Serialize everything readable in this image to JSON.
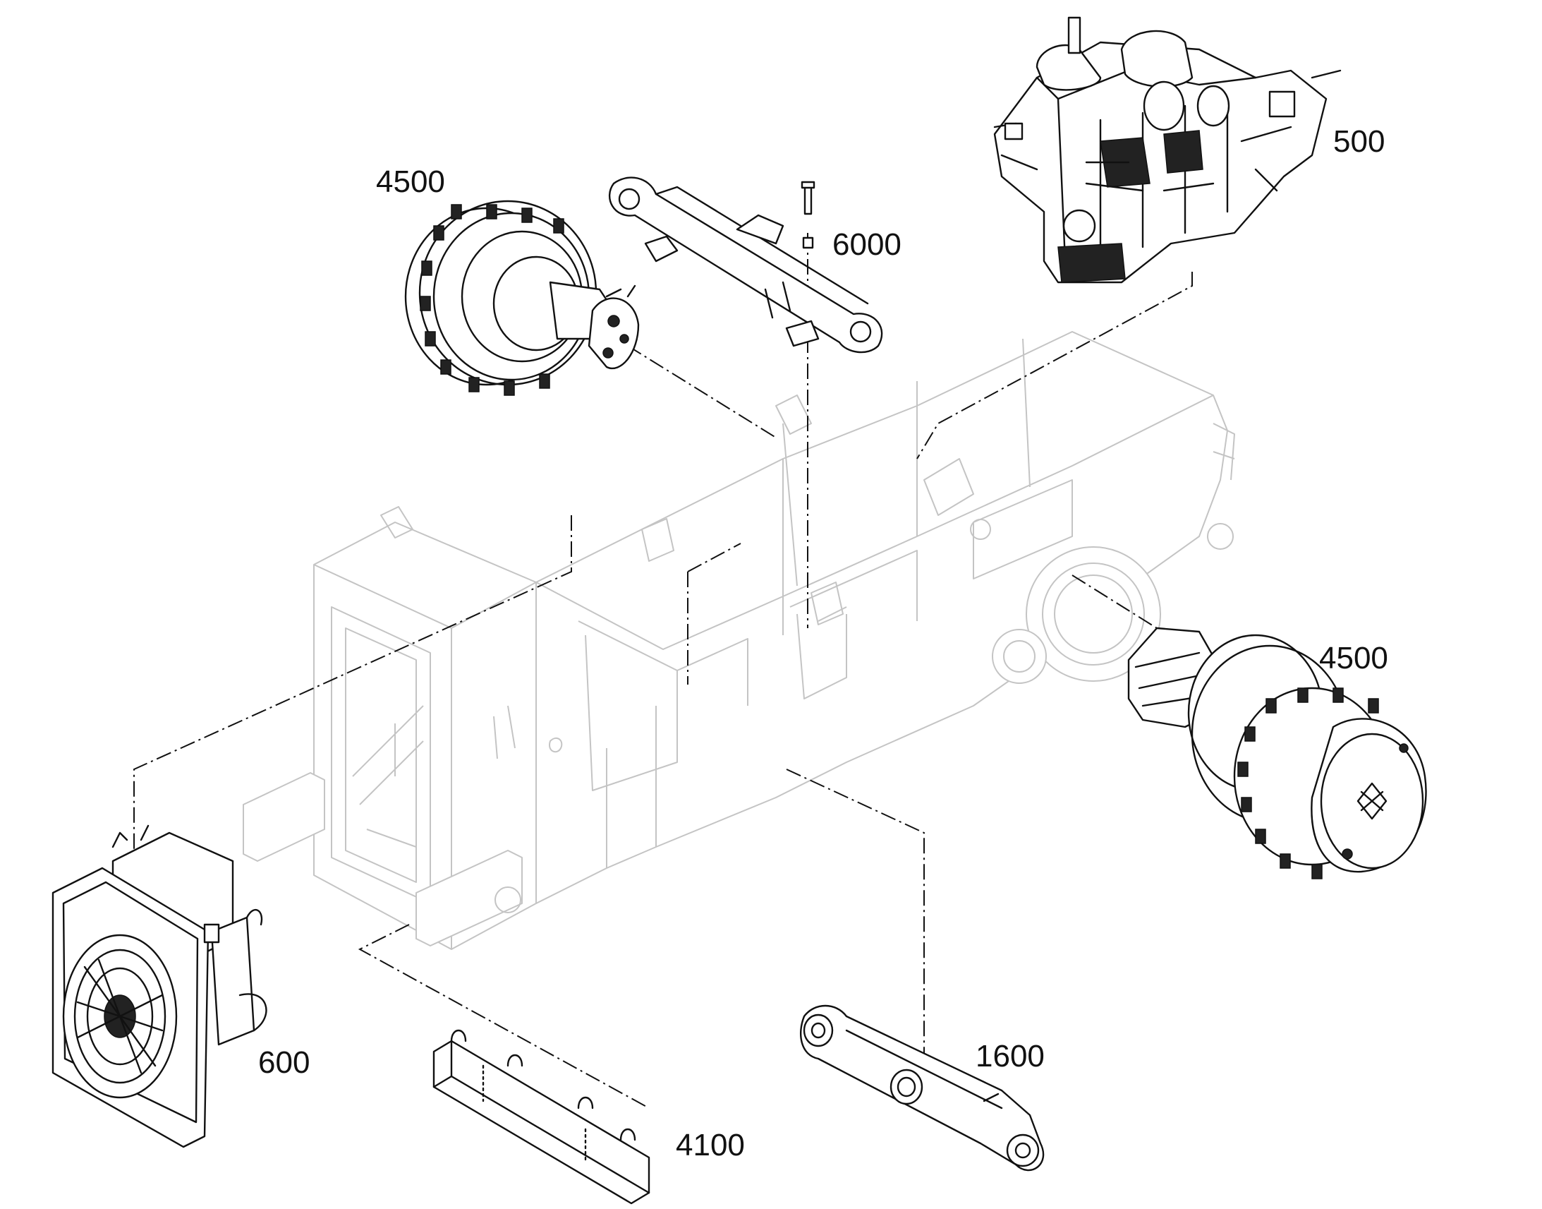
{
  "callouts": {
    "engine": "500",
    "front_final_drive": "4500",
    "rear_final_drive": "4500",
    "bracket": "6000",
    "cooler": "600",
    "counterweight_bar": "4100",
    "link_arm": "1600"
  },
  "colors": {
    "part_stroke": "#111111",
    "frame_stroke": "#c4c4c4",
    "background": "#ffffff"
  }
}
